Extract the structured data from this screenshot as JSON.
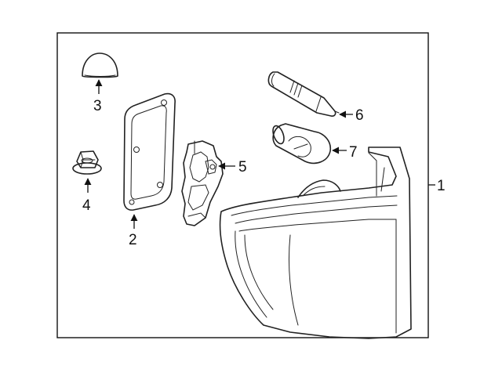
{
  "diagram": {
    "callouts": [
      {
        "id": "1",
        "label": "1"
      },
      {
        "id": "2",
        "label": "2"
      },
      {
        "id": "3",
        "label": "3"
      },
      {
        "id": "4",
        "label": "4"
      },
      {
        "id": "5",
        "label": "5"
      },
      {
        "id": "6",
        "label": "6"
      },
      {
        "id": "7",
        "label": "7"
      }
    ],
    "colors": {
      "line": "#222222",
      "background": "#ffffff"
    }
  }
}
